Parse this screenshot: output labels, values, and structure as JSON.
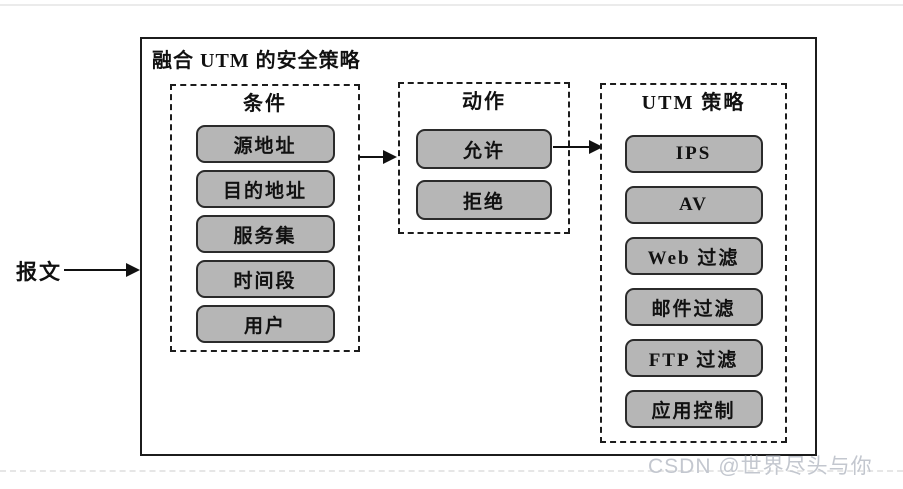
{
  "diagram": {
    "title": "融合 UTM 的安全策略",
    "input_label": "报文",
    "groups": {
      "conditions": {
        "title": "条件",
        "items": [
          "源地址",
          "目的地址",
          "服务集",
          "时间段",
          "用户"
        ]
      },
      "actions": {
        "title": "动作",
        "items": [
          "允许",
          "拒绝"
        ]
      },
      "utm": {
        "title": "UTM 策略",
        "items": [
          "IPS",
          "AV",
          "Web 过滤",
          "邮件过滤",
          "FTP 过滤",
          "应用控制"
        ]
      }
    },
    "colors": {
      "node_fill": "#b6b6b6",
      "node_border": "#2b2b2b",
      "line": "#111111",
      "watermark": "#c3c7cf"
    }
  },
  "watermark": "CSDN @世界尽头与你"
}
